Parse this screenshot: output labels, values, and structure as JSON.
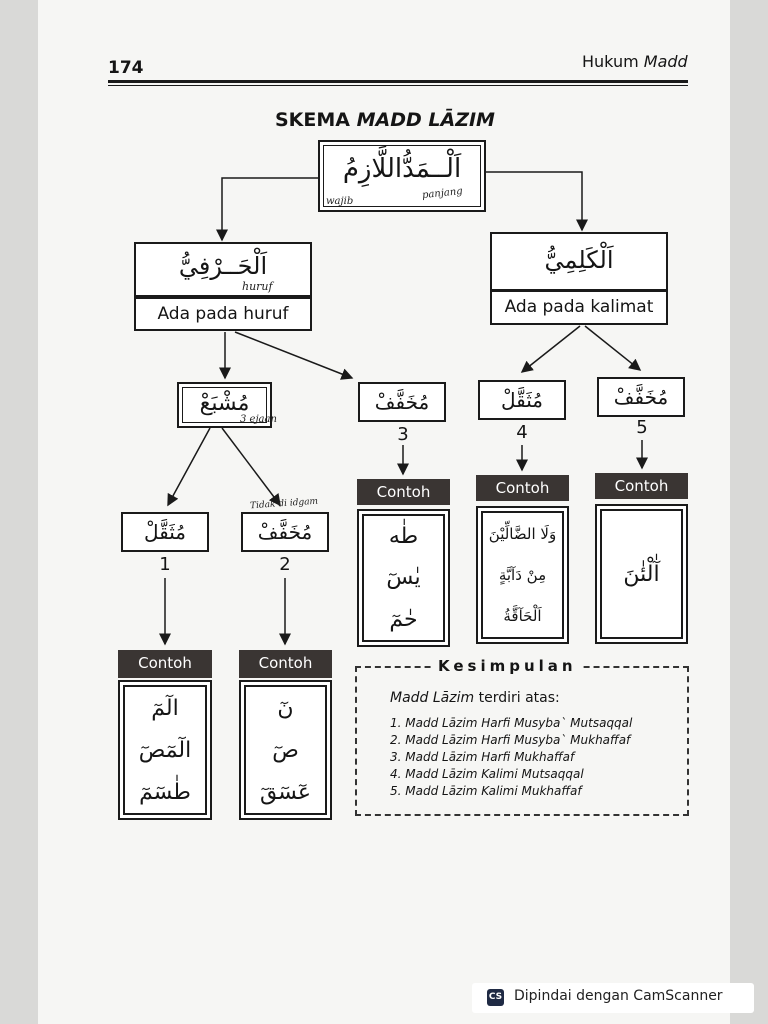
{
  "header": {
    "page_number": "174",
    "running_title_plain": "Hukum",
    "running_title_italic": "Madd"
  },
  "title": {
    "plain": "SKEMA",
    "italic": "MADD LĀZIM"
  },
  "root": {
    "arabic": "اَلْــمَدُّاللَّازِمُ",
    "note_left": "wajib",
    "note_right": "panjang"
  },
  "harfi": {
    "arabic": "اَلْحَــرْفِيُّ",
    "note": "huruf",
    "label": "Ada pada huruf"
  },
  "kalimi": {
    "arabic": "اَلْكَلِمِيُّ",
    "label": "Ada pada kalimat"
  },
  "musyba": {
    "arabic": "مُشْبَعْ",
    "note": "3 ejaan"
  },
  "nodes": [
    {
      "arabic": "مُثَقَّلْ",
      "number": "1"
    },
    {
      "arabic": "مُخَفَّفْ",
      "number": "2",
      "note": "Tidak di idgam"
    },
    {
      "arabic": "مُخَفَّفْ",
      "number": "3"
    },
    {
      "arabic": "مُثَقَّلْ",
      "number": "4"
    },
    {
      "arabic": "مُخَفَّفْ",
      "number": "5"
    }
  ],
  "contoh_label": "Contoh",
  "examples": {
    "e1": [
      "الٓمٓ",
      "الٓمٓصٓ",
      "طٰسٓمٓ"
    ],
    "e2": [
      "نٓ",
      "صٓ",
      "عٓسٓقٓ"
    ],
    "e3": [
      "طٰه",
      "يٰسٓ",
      "حٰمٓ"
    ],
    "e4": [
      "وَلَا الضَّالِّيْنَ",
      "مِنْ دَآبَّةٍ",
      "اَلْحَآقَّةُ"
    ],
    "e5": [
      "آٰلْئٰنَ"
    ]
  },
  "kesimpulan": {
    "title": "Kesimpulan",
    "intro_italic": "Madd Lāzim",
    "intro_plain": "terdiri atas:",
    "items": [
      "1.  Madd Lāzim Harfi Musyba` Mutsaqqal",
      "2.  Madd Lāzim Harfi Musyba` Mukhaffaf",
      "3.  Madd Lāzim Harfi Mukhaffaf",
      "4.  Madd Lāzim Kalimi Mutsaqqal",
      "5.  Madd Lāzim Kalimi Mukhaffaf"
    ]
  },
  "scanner": {
    "logo": "CS",
    "text": "Dipindai dengan CamScanner"
  }
}
